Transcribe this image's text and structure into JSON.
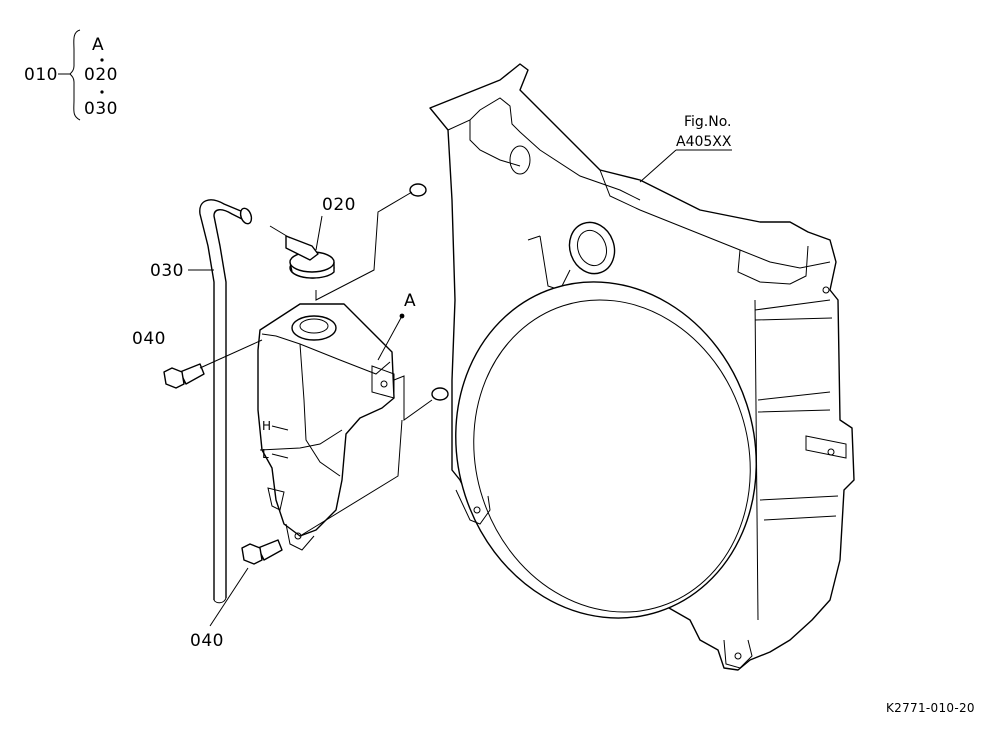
{
  "callouts": {
    "assembly": "010",
    "group_a": "A",
    "group_020": "020",
    "group_030": "030",
    "reservoir_cap": "020",
    "overflow_hose": "030",
    "bolt_upper": "040",
    "bolt_lower": "040",
    "tank_ref": "A"
  },
  "figure_reference": {
    "line1": "Fig.No.",
    "line2": "A405XX"
  },
  "drawing_code": "K2771-010-20",
  "tank_marks": {
    "high": "H",
    "low": "L"
  }
}
